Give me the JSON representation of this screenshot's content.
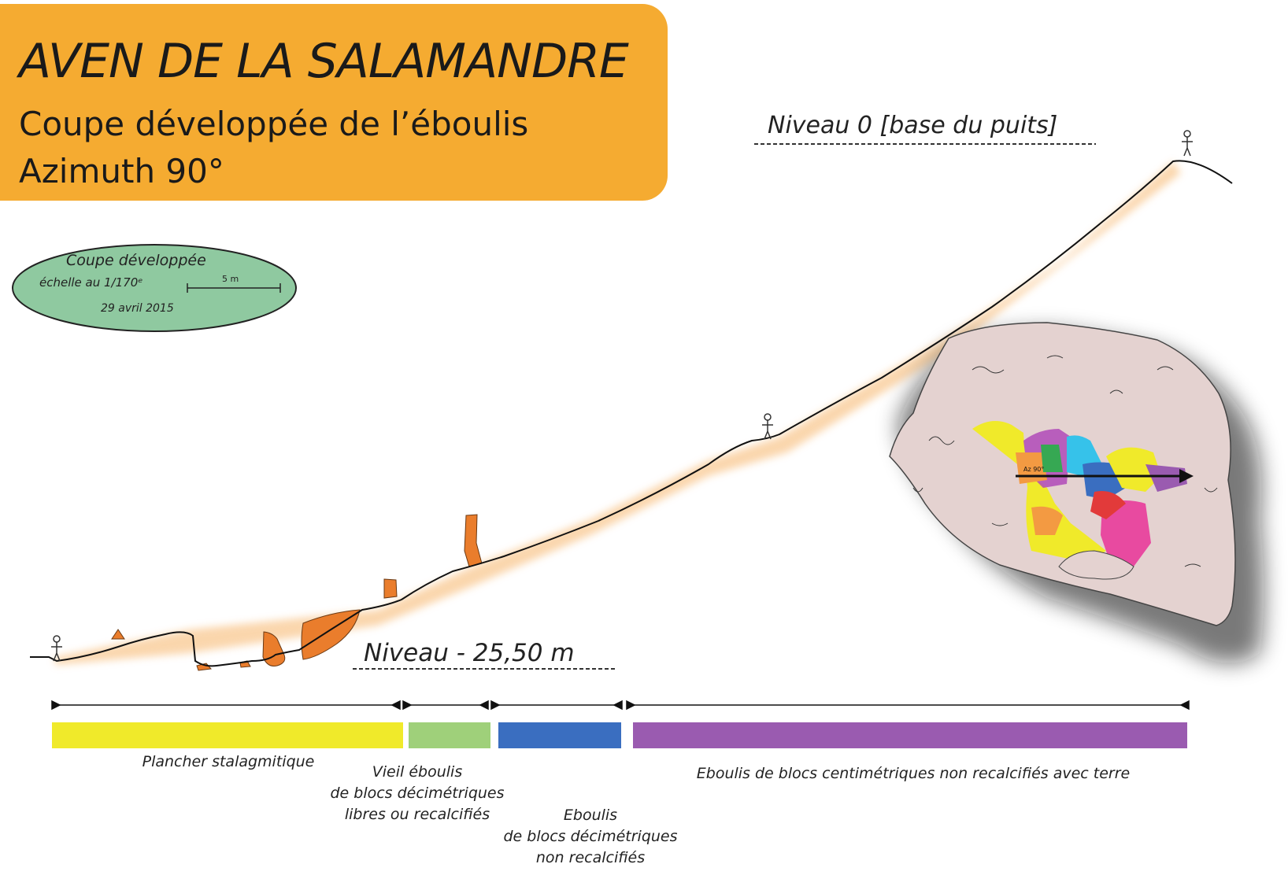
{
  "title": {
    "main": "AVEN DE LA SALAMANDRE",
    "subtitle": "Coupe développée de l’éboulis",
    "azimuth": "Azimuth 90°"
  },
  "scale_badge": {
    "line1": "Coupe développée",
    "line2": "échelle au 1/170ᵉ",
    "scale_text": "5 m",
    "date": "29 avril 2015"
  },
  "levels": {
    "top": "Niveau 0 [base du puits]",
    "bottom": "Niveau - 25,50 m"
  },
  "inset_plan": {
    "azimuth_label": "Az 90°"
  },
  "legend": [
    {
      "label_lines": [
        "Plancher stalagmitique"
      ],
      "color": "#f0ea2a"
    },
    {
      "label_lines": [
        "Vieil éboulis",
        "de blocs décimétriques",
        "libres ou recalcifiés"
      ],
      "color": "#9fd07a"
    },
    {
      "label_lines": [
        "Eboulis",
        "de blocs décimétriques",
        "non recalcifiés"
      ],
      "color": "#3a6ec0"
    },
    {
      "label_lines": [
        "Eboulis de blocs centimétriques non recalcifiés avec terre"
      ],
      "color": "#9a5bb0"
    }
  ],
  "colors": {
    "title_bg": "#f5ab31",
    "badge_bg": "#8fc9a0",
    "rock_orange": "#ea7d2c",
    "cave_plan": "#e4d2d0"
  }
}
